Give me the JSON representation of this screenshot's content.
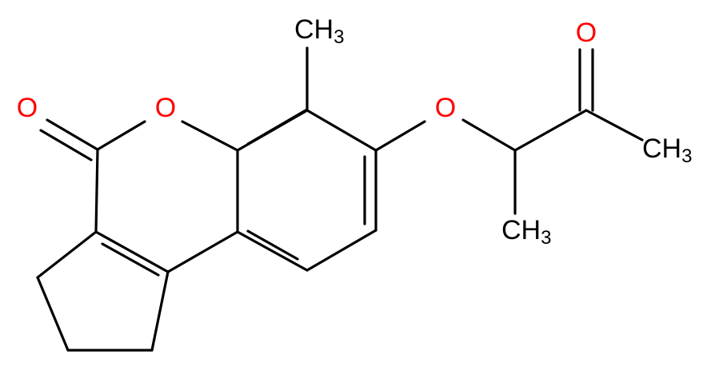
{
  "colors": {
    "background": "#ffffff",
    "bond": "#000000",
    "oxygen": "#ff0000",
    "carbon_label": "#000000"
  },
  "atoms": {
    "carbonyl_oxygen": "O",
    "ring_oxygen": "O",
    "ether_oxygen": "O",
    "ketone_oxygen": "O",
    "methyl_top": {
      "main": "CH",
      "sub": "3"
    },
    "methyl_right": {
      "main": "CH",
      "sub": "3"
    },
    "methyl_bottom": {
      "main": "CH",
      "sub": "3"
    }
  }
}
